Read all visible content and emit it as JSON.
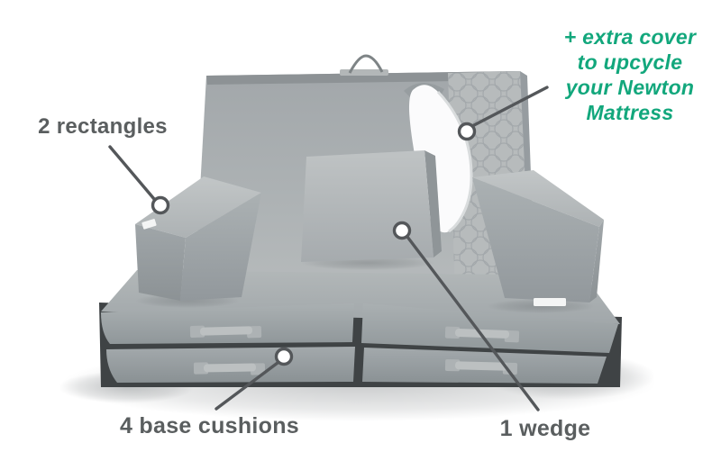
{
  "figure": {
    "type": "annotated-product-diagram"
  },
  "annotations": {
    "rectangles": {
      "label": "2 rectangles"
    },
    "extra_cover": {
      "text": "+ extra cover to upcycle your Newton Mattress",
      "lines": [
        "+ extra cover",
        "to upcycle",
        "your Newton",
        "Mattress"
      ]
    },
    "base_cushions": {
      "label": "4 base cushions"
    },
    "wedge": {
      "label": "1 wedge"
    }
  },
  "colors": {
    "accent_green": "#12a77c",
    "label_gray": "#5a5e5f",
    "annotation_line_gray": "#54575a",
    "couch_gray": "#a8adaf",
    "background": "#ffffff"
  }
}
